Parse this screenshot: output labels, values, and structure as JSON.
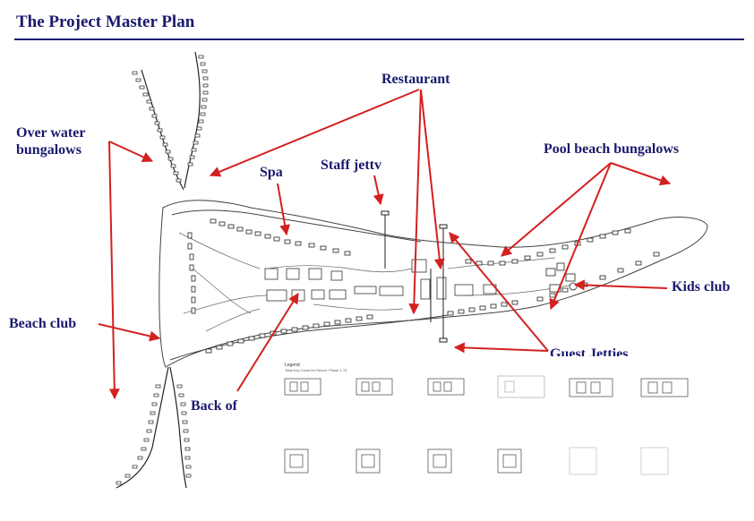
{
  "title": "The Project Master Plan",
  "labels": {
    "restaurant": "Restaurant",
    "over_water_1": "Over water",
    "over_water_2": "bungalows",
    "spa": "Spa",
    "staff_jetty": "Staff jettv",
    "pool_beach": "Pool beach bungalows",
    "kids_club": "Kids club",
    "beach_club": "Beach club",
    "back_of": "Back  of",
    "guest_jetties": "Guest Jetties"
  },
  "legend": {
    "title": "Legend",
    "subtitle": "Total Key Count for Resort: Phase 1 75"
  },
  "colors": {
    "title": "#1a1a6e",
    "arrow": "#d42020",
    "line": "#333333"
  }
}
